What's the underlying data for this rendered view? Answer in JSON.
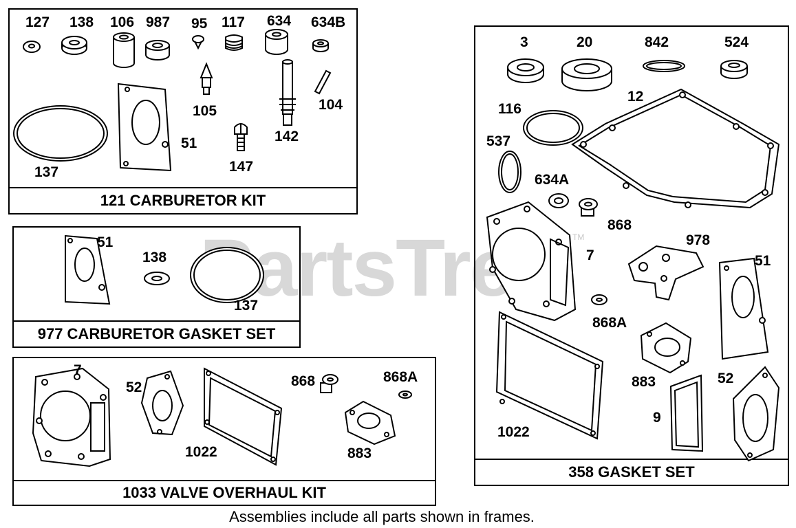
{
  "watermark": {
    "text": "PartsTree",
    "mark": "TM"
  },
  "caption": "Assemblies include all parts shown in frames.",
  "frames": {
    "carb_kit": {
      "title": "121 CARBURETOR KIT",
      "labels": {
        "p127": "127",
        "p138": "138",
        "p106": "106",
        "p987": "987",
        "p95": "95",
        "p117": "117",
        "p634": "634",
        "p634b": "634B",
        "p105": "105",
        "p104": "104",
        "p142": "142",
        "p51": "51",
        "p137": "137",
        "p147": "147"
      }
    },
    "carb_gasket": {
      "title": "977 CARBURETOR GASKET SET",
      "labels": {
        "p51": "51",
        "p138": "138",
        "p137": "137"
      }
    },
    "valve_kit": {
      "title": "1033 VALVE OVERHAUL KIT",
      "labels": {
        "p7": "7",
        "p52": "52",
        "p1022": "1022",
        "p868": "868",
        "p868a": "868A",
        "p883": "883"
      }
    },
    "gasket_set": {
      "title": "358 GASKET SET",
      "labels": {
        "p3": "3",
        "p20": "20",
        "p842": "842",
        "p524": "524",
        "p116": "116",
        "p12": "12",
        "p537": "537",
        "p634a": "634A",
        "p868": "868",
        "p978": "978",
        "p7": "7",
        "p51": "51",
        "p868a": "868A",
        "p883": "883",
        "p52": "52",
        "p1022": "1022",
        "p9": "9"
      }
    }
  }
}
